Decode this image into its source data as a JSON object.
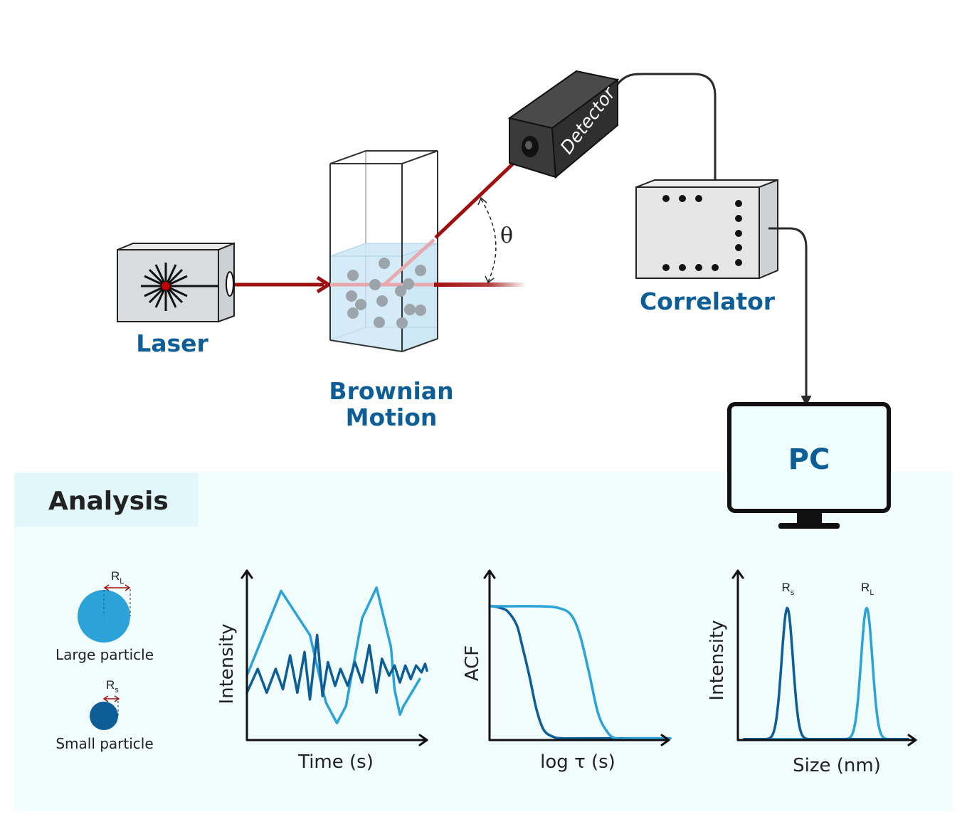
{
  "setup": {
    "laser_label": "Laser",
    "sample_label_line1": "Brownian",
    "sample_label_line2": "Motion",
    "detector_label": "Detector",
    "angle_symbol": "θ",
    "correlator_label": "Correlator",
    "pc_label": "PC"
  },
  "analysis": {
    "header": "Analysis",
    "large_particle": {
      "label": "Large particle",
      "radius_symbol": "R",
      "radius_sub": "L"
    },
    "small_particle": {
      "label": "Small particle",
      "radius_symbol": "R",
      "radius_sub": "s"
    }
  },
  "colors": {
    "large": "#2ba3d9",
    "small": "#0d5e96",
    "beam": "#a00f0f",
    "label_blue": "#0d5e96",
    "analysis_bg": "#f1fcfd",
    "analysis_header_bg": "#e1f7f9"
  },
  "chart_data": [
    {
      "type": "line",
      "xlabel": "Time (s)",
      "ylabel": "Intensity",
      "series": [
        {
          "color": "#2ba3d9",
          "x": [
            0,
            0.19,
            0.35,
            0.42,
            0.44,
            0.5,
            0.55,
            0.64,
            0.72,
            0.8,
            0.82,
            0.85,
            0.87,
            0.96
          ],
          "y": [
            0.38,
            0.88,
            0.62,
            0.3,
            0.22,
            0.1,
            0.2,
            0.72,
            0.9,
            0.55,
            0.3,
            0.15,
            0.2,
            0.36
          ]
        },
        {
          "color": "#0d5e96",
          "x": [
            0,
            0.06,
            0.11,
            0.16,
            0.2,
            0.24,
            0.28,
            0.32,
            0.35,
            0.39,
            0.42,
            0.45,
            0.49,
            0.52,
            0.56,
            0.6,
            0.64,
            0.68,
            0.72,
            0.75,
            0.79,
            0.82,
            0.85,
            0.88,
            0.91,
            0.94,
            0.97,
            0.99,
            1.0
          ],
          "y": [
            0.28,
            0.42,
            0.28,
            0.42,
            0.3,
            0.5,
            0.28,
            0.52,
            0.24,
            0.62,
            0.26,
            0.46,
            0.32,
            0.42,
            0.32,
            0.46,
            0.34,
            0.56,
            0.28,
            0.48,
            0.38,
            0.44,
            0.34,
            0.44,
            0.36,
            0.44,
            0.4,
            0.45,
            0.41
          ]
        }
      ]
    },
    {
      "type": "line",
      "xlabel": "log τ (s)",
      "ylabel": "ACF",
      "series": [
        {
          "color": "#0d5e96",
          "x": [
            0,
            0.02,
            0.06,
            0.1,
            0.15,
            0.18,
            0.22,
            0.26,
            0.3,
            0.35,
            0.4,
            0.5,
            0.7,
            1.0
          ],
          "y": [
            0.79,
            0.79,
            0.78,
            0.76,
            0.68,
            0.56,
            0.38,
            0.18,
            0.06,
            0.02,
            0.01,
            0.01,
            0.01,
            0.01
          ]
        },
        {
          "color": "#2ba3d9",
          "x": [
            0,
            0.1,
            0.28,
            0.38,
            0.45,
            0.5,
            0.55,
            0.6,
            0.65,
            0.7,
            0.8,
            1.0
          ],
          "y": [
            0.79,
            0.79,
            0.79,
            0.78,
            0.74,
            0.62,
            0.4,
            0.16,
            0.05,
            0.01,
            0.01,
            0.01
          ]
        }
      ]
    },
    {
      "type": "line",
      "xlabel": "Size (nm)",
      "ylabel": "Intensity",
      "annotations": [
        {
          "symbol": "R",
          "sub": "s",
          "x": 0.28
        },
        {
          "symbol": "R",
          "sub": "L",
          "x": 0.73
        }
      ],
      "series": [
        {
          "color": "#2ba3d9",
          "peak_x": 0.73,
          "peak_y": 0.78,
          "width": 0.032,
          "baseline": 0.005
        },
        {
          "color": "#0d5e96",
          "peak_x": 0.28,
          "peak_y": 0.78,
          "width": 0.032,
          "baseline": 0.005
        }
      ]
    }
  ]
}
